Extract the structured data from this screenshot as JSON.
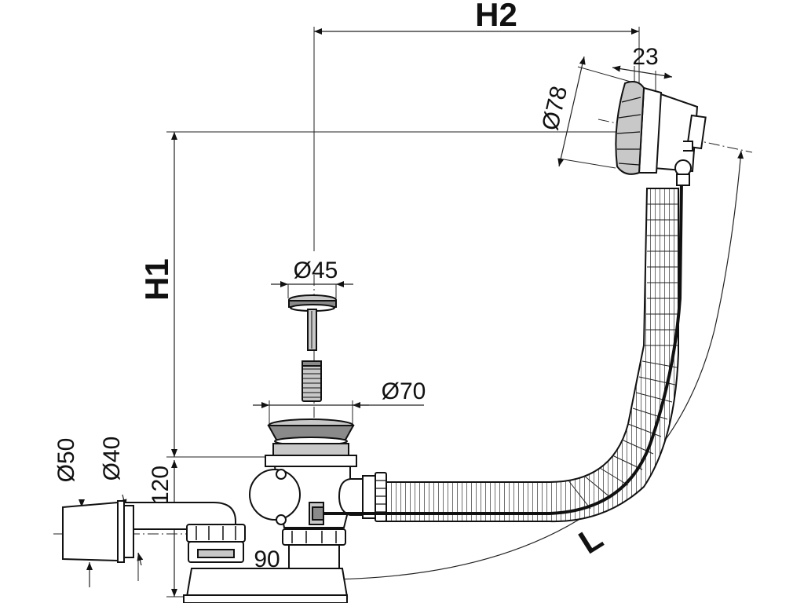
{
  "labels": {
    "h2": "H2",
    "h1": "H1",
    "l": "L",
    "d78": "Ø78",
    "d23": "23",
    "d45": "Ø45",
    "d70": "Ø70",
    "d50": "Ø50",
    "d40": "Ø40",
    "d120": "120",
    "d90": "90"
  }
}
